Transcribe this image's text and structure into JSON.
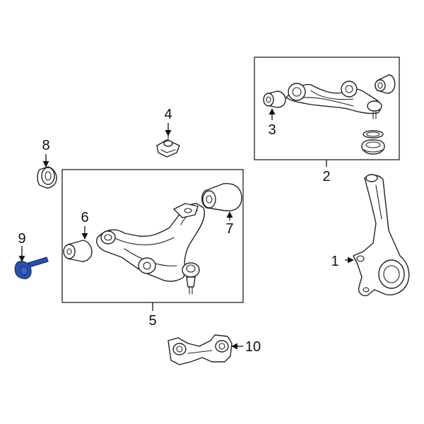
{
  "diagram": {
    "highlight_color": "#2d4fb0",
    "line_color": "#222222",
    "callouts": [
      {
        "id": "c1",
        "label": "1"
      },
      {
        "id": "c2",
        "label": "2"
      },
      {
        "id": "c3",
        "label": "3"
      },
      {
        "id": "c4",
        "label": "4"
      },
      {
        "id": "c5",
        "label": "5"
      },
      {
        "id": "c6",
        "label": "6"
      },
      {
        "id": "c7",
        "label": "7"
      },
      {
        "id": "c8",
        "label": "8"
      },
      {
        "id": "c9",
        "label": "9"
      },
      {
        "id": "c10",
        "label": "10"
      }
    ]
  }
}
